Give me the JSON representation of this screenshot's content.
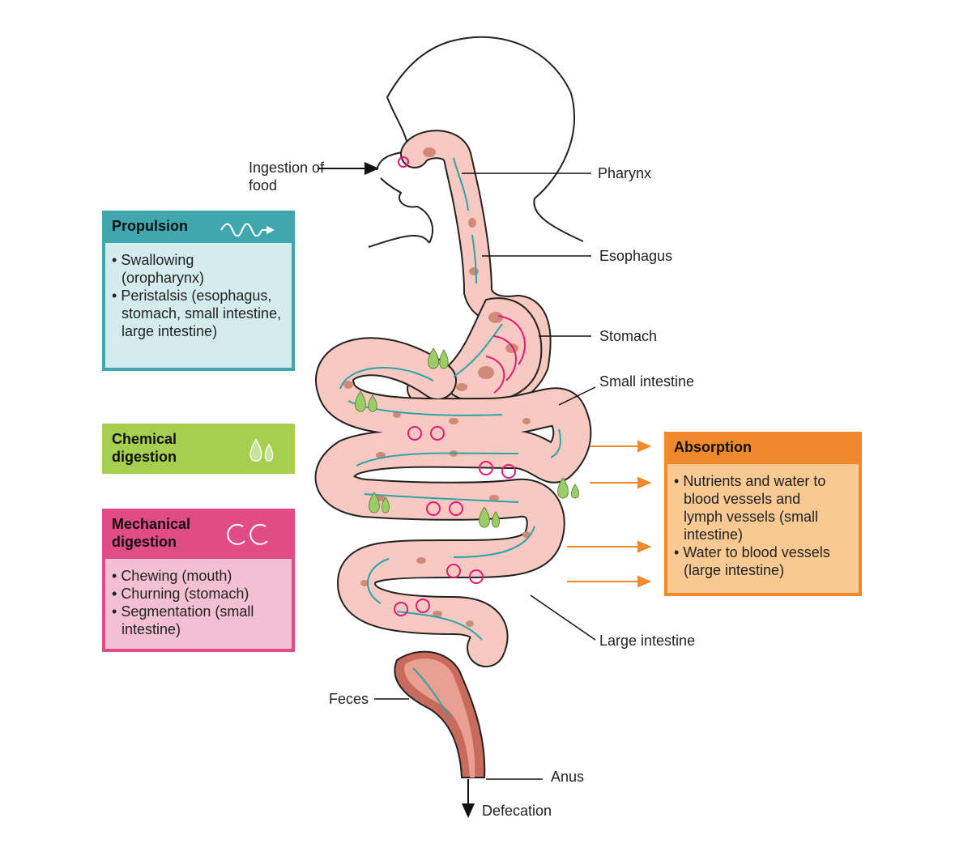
{
  "labels": {
    "ingestion": "Ingestion of food",
    "pharynx": "Pharynx",
    "esophagus": "Esophagus",
    "stomach": "Stomach",
    "small_intestine": "Small intestine",
    "large_intestine": "Large intestine",
    "feces": "Feces",
    "anus": "Anus",
    "defecation": "Defecation"
  },
  "propulsion": {
    "title": "Propulsion",
    "items": [
      "Swallowing (oropharynx)",
      "Peristalsis (esophagus, stomach, small intestine, large intestine)"
    ]
  },
  "chemical": {
    "title": "Chemical digestion"
  },
  "mechanical": {
    "title": "Mechanical digestion",
    "items": [
      "Chewing (mouth)",
      "Churning (stomach)",
      "Segmentation (small intestine)"
    ]
  },
  "absorption": {
    "title": "Absorption",
    "items": [
      "Nutrients and water to blood vessels and lymph vessels (small intestine)",
      "Water to blood vessels (large intestine)"
    ]
  },
  "colors": {
    "propulsion_header": "#3fa7ad",
    "propulsion_body": "#d5ecee",
    "chemical": "#a7cf4f",
    "mechanical_header": "#e14b86",
    "mechanical_body": "#f2c0d2",
    "absorption_header": "#f0892c",
    "absorption_body": "#f8c993",
    "gut_fill": "#f7c9c0",
    "gut_outline": "#333333",
    "food_particles": "#cf8a78",
    "arrow_blue": "#2fa3a8",
    "arrow_magenta": "#e01a76",
    "enzyme_green": "#9ccc6a"
  }
}
